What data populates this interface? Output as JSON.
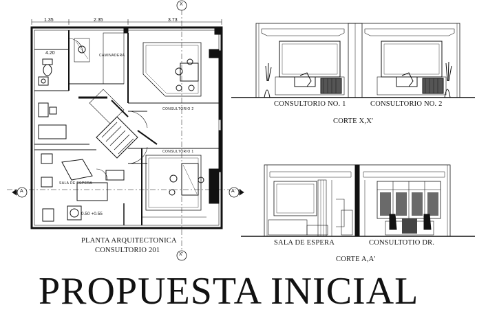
{
  "plan": {
    "title_line1": "PLANTA ARQUITECTONICA",
    "title_line2": "CONSULTORIO 201",
    "dimensions": [
      "1.35",
      "2.35",
      "3.73"
    ],
    "side_dimension": "4.20",
    "rooms": {
      "regadera": "CAMINADERA",
      "consultorio2": "CONSULTORIO 2",
      "consultorio1": "CONSULTORIO 1",
      "sala": "SALA DE ESPERA"
    },
    "level_note": "0.50 +0.55",
    "axis_x": "X",
    "axis_x_prime": "X'",
    "axis_a": "A",
    "axis_a_prime": "A'"
  },
  "section_xx": {
    "label_left": "CONSULTORIO NO. 1",
    "label_right": "CONSULTORIO NO. 2",
    "caption": "CORTE X,X'"
  },
  "section_aa": {
    "label_left": "SALA DE ESPERA",
    "label_right": "CONSULTOTIO DR.",
    "caption": "CORTE A,A'"
  },
  "main_title": "PROPUESTA INICIAL"
}
